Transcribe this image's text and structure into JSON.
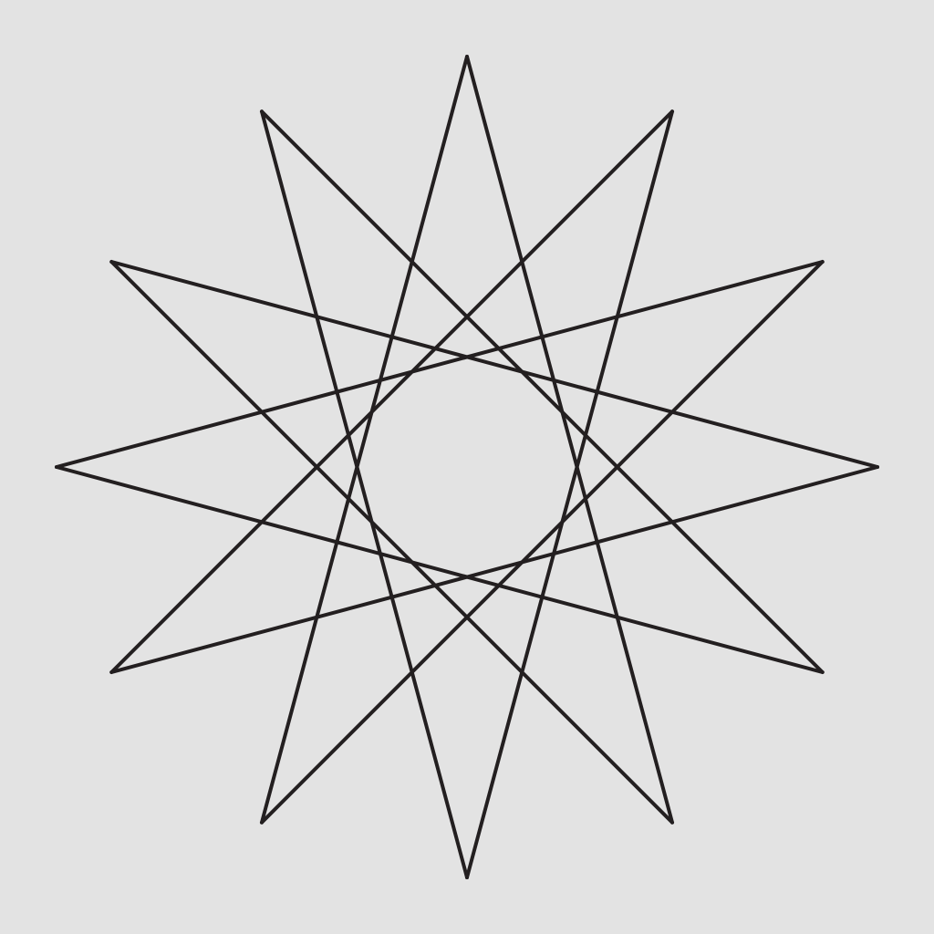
{
  "figure": {
    "type": "star-polygon",
    "name": "dodecagram",
    "schlafli": "{12/5}",
    "vertices": 12,
    "step": 5,
    "start_angle_deg": -90,
    "stroke_color": "#231f20",
    "background_color": "#e3e3e3"
  }
}
